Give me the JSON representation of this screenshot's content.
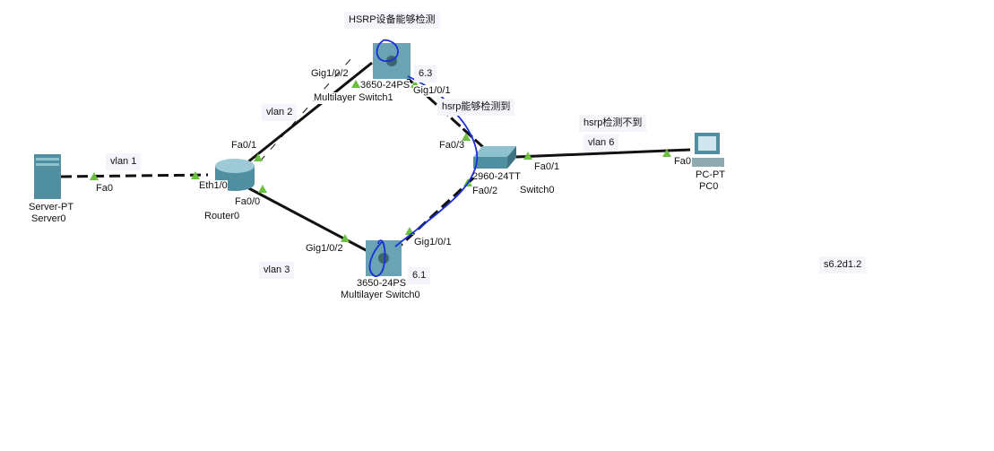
{
  "devices": {
    "server": {
      "model": "Server-PT",
      "name": "Server0"
    },
    "router": {
      "name": "Router0"
    },
    "mls_top": {
      "model": "3650-24PS",
      "name": "Multilayer Switch1"
    },
    "mls_bottom": {
      "model": "3650-24PS",
      "name": "Multilayer Switch0"
    },
    "switch": {
      "model": "2960-24TT",
      "name": "Switch0"
    },
    "pc": {
      "model": "PC-PT",
      "name": "PC0"
    }
  },
  "ports": {
    "server_fa0": "Fa0",
    "router_eth": "Eth1/0",
    "router_fa01": "Fa0/1",
    "router_fa00": "Fa0/0",
    "top_gig102": "Gig1/0/2",
    "top_gig101": "Gig1/0/1",
    "sw_fa03": "Fa0/3",
    "sw_fa02": "Fa0/2",
    "sw_fa01": "Fa0/1",
    "bot_gig102": "Gig1/0/2",
    "bot_gig101": "Gig1/0/1",
    "pc_fa0": "Fa0"
  },
  "notes": {
    "hsrp_device": "HSRP设备能够检测",
    "n63": "6.3",
    "hsrp_detect": "hsrp能够检测到",
    "hsrp_not": "hsrp检测不到",
    "vlan6": "vlan 6",
    "vlan1": "vlan 1",
    "vlan2": "vlan 2",
    "vlan3": "vlan 3",
    "n61": "6.1",
    "s62": "s6.2d1.2"
  },
  "colors": {
    "link": "#111111",
    "port": "#6cbf3f",
    "annotation": "#1a2fd6",
    "device": "#5c97a8"
  }
}
